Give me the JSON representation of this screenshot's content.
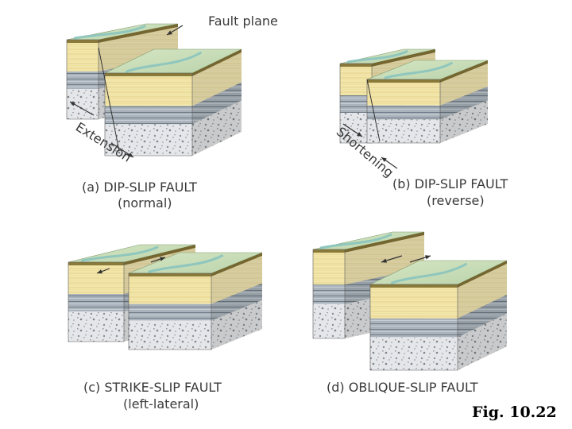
{
  "callout": "Fault plane",
  "panels": [
    {
      "id": "a",
      "title": "(a) DIP-SLIP FAULT",
      "subtitle": "(normal)",
      "motion_label": "Extension"
    },
    {
      "id": "b",
      "title": "(b) DIP-SLIP FAULT",
      "subtitle": "(reverse)",
      "motion_label": "Shortening"
    },
    {
      "id": "c",
      "title": "(c) STRIKE-SLIP FAULT",
      "subtitle": "(left-lateral)"
    },
    {
      "id": "d",
      "title": "(d) OBLIQUE-SLIP FAULT"
    }
  ],
  "figure_label": "Fig. 10.22",
  "colors": {
    "surface": "#c9dcb6",
    "surface_dark": "#a9c89f",
    "river": "#8fc6bd",
    "sandstone": "#f3e6aa",
    "sandstone_stripe": "#e2cf86",
    "olive_bed": "#8a7a3a",
    "shale": "#9da7b1",
    "shale_dark": "#6f7b86",
    "basement": "#e4e6e9",
    "basement_speckle": "#8b9097"
  }
}
